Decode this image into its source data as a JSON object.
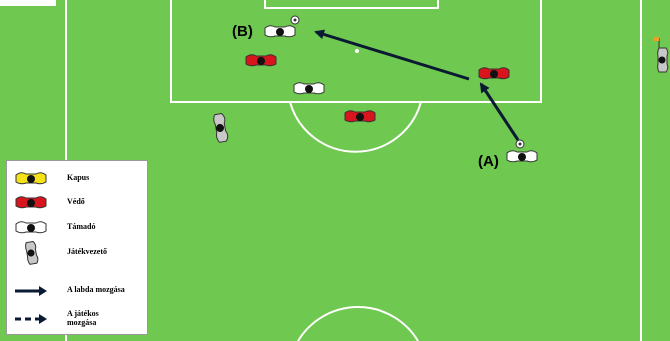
{
  "diagram": {
    "labels": {
      "point_b": "(B)",
      "point_a": "(A)"
    },
    "colors": {
      "grass": "#6fc84f",
      "lines": "#ffffff",
      "arrow": "#0a1a33",
      "goalkeeper": "#f5e21a",
      "defender": "#d8141c",
      "attacker": "#ffffff",
      "player_body": "#111111"
    }
  },
  "legend": {
    "items": [
      {
        "icon": "goalkeeper-icon",
        "label": "Kapus"
      },
      {
        "icon": "defender-icon",
        "label": "Védő"
      },
      {
        "icon": "attacker-icon",
        "label": "Támadó"
      },
      {
        "icon": "referee-icon",
        "label": "Játékvezető"
      },
      {
        "icon": "ball-movement-arrow-icon",
        "label": "A labda mozgása"
      },
      {
        "icon": "player-movement-arrow-icon",
        "label_line1": "A játékos",
        "label_line2": "mozgása"
      }
    ]
  }
}
